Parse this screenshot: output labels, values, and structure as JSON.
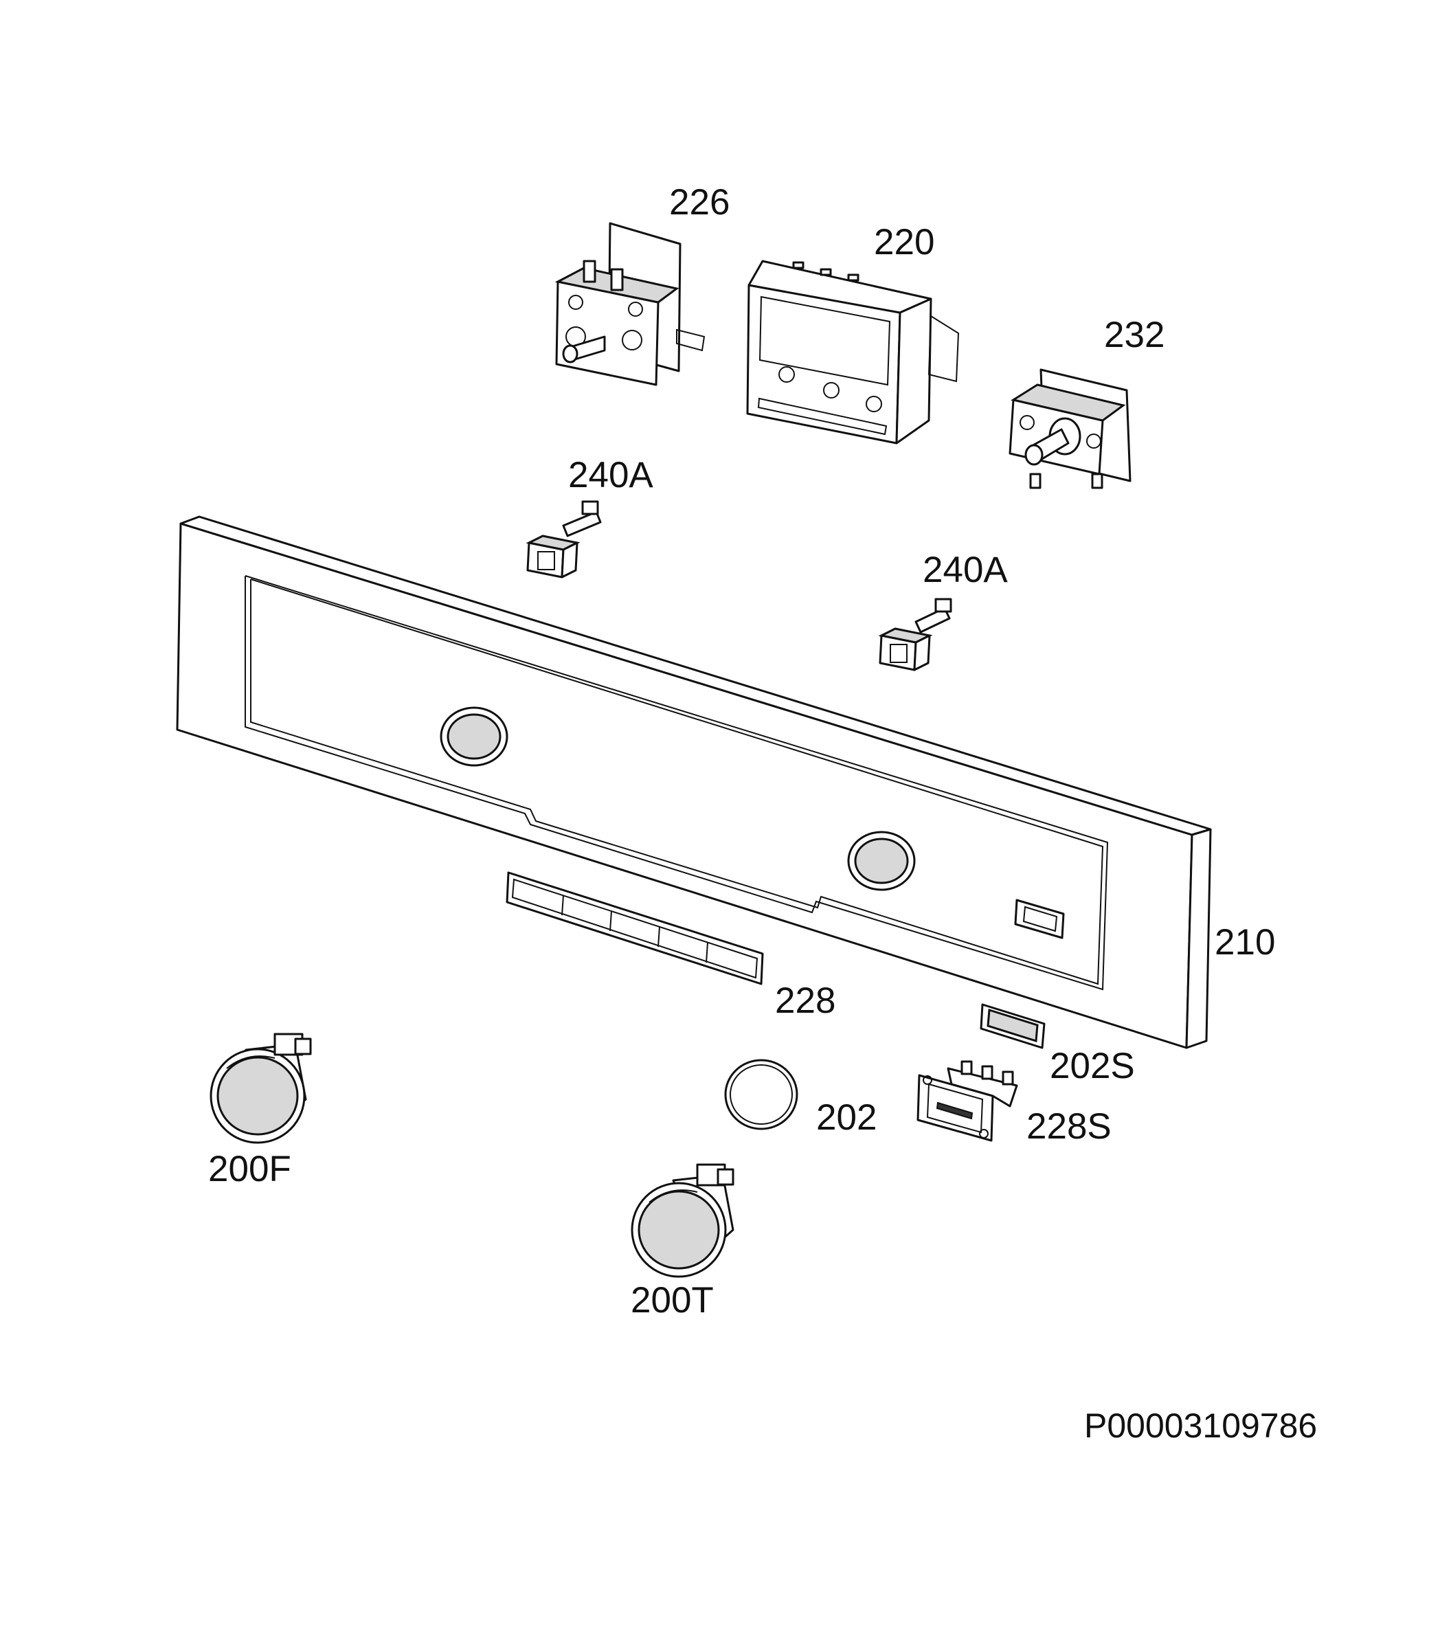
{
  "callouts": {
    "c226": "226",
    "c220": "220",
    "c232": "232",
    "c240a_1": "240A",
    "c240a_2": "240A",
    "c210": "210",
    "c228": "228",
    "c202s": "202S",
    "c202": "202",
    "c228s": "228S",
    "c200f": "200F",
    "c200t": "200T"
  },
  "document_id": "P00003109786"
}
